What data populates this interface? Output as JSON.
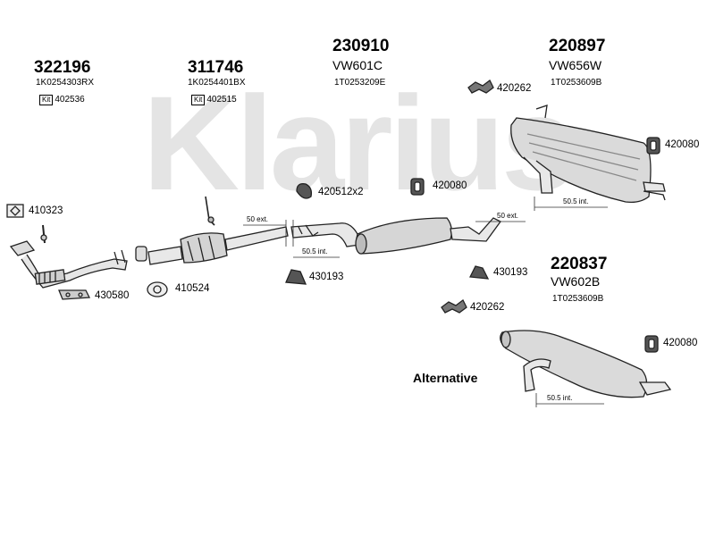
{
  "watermark": "Klarius",
  "assemblies": [
    {
      "number": "322196",
      "code": "1K0254303RX",
      "kit_label": "Kit",
      "kit_number": "402536"
    },
    {
      "number": "311746",
      "code": "1K0254401BX",
      "kit_label": "Kit",
      "kit_number": "402515"
    },
    {
      "number": "230910",
      "variant": "VW601C",
      "code": "1T0253209E"
    },
    {
      "number": "220897",
      "variant": "VW656W",
      "code": "1T0253609B"
    },
    {
      "number": "220837",
      "variant": "VW602B",
      "code": "1T0253609B"
    }
  ],
  "parts": {
    "p420262_top": "420262",
    "p420080_top": "420080",
    "p420512": "420512x2",
    "p420080_mid": "420080",
    "p410323": "410323",
    "p430193_left": "430193",
    "p430193_right": "430193",
    "p430580": "430580",
    "p410524": "410524",
    "p420262_mid": "420262",
    "p420080_bottom": "420080"
  },
  "dimensions": {
    "ext_left": "50 ext.",
    "ext_right": "50 ext.",
    "int_center": "50.5 int.",
    "int_top": "50.5 int.",
    "int_bottom": "50.5 int."
  },
  "alternative_label": "Alternative"
}
